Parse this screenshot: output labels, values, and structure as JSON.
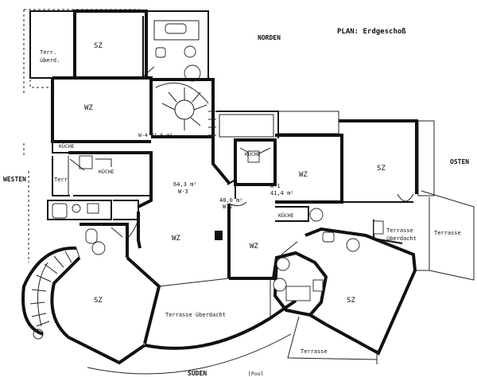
{
  "plan": {
    "title": "PLAN:  Erdgeschoß"
  },
  "compass": {
    "north": "NORDEN",
    "east": "OSTEN",
    "west": "WESTEN",
    "south": "SÜDEN"
  },
  "rooms": {
    "sz_top": "SZ",
    "terr_ueberd_1": "Terr.",
    "terr_ueberd_2": "überd.",
    "wz_left": "WZ",
    "kueche_left_top": "KÜCHE",
    "kueche_left_mid": "KÜCHE",
    "terr_left": "Terr",
    "w4": "W-4  41,6 m²",
    "area_w3": "64,3 m²",
    "w3": "W-3",
    "area_w2": "40,0 m²",
    "w2": "W-2",
    "w1": "W-1",
    "area_w1": "41,4 m²",
    "kueche_center": "KÜCHE",
    "wz_ne": "WZ",
    "kueche_ne": "KÜCHE",
    "sz_ne": "SZ",
    "wz_center": "WZ",
    "wz_center_right": "WZ",
    "sz_sw": "SZ",
    "terrasse_ueberdacht_south": "Terrasse überdacht",
    "sz_se": "SZ",
    "terrasse_ueberdacht_east_1": "Terrasse",
    "terrasse_ueberdacht_east_2": "überdacht",
    "terrasse_east": "Terrasse",
    "terrasse_south": "Terrasse",
    "pool": "[Pool"
  }
}
